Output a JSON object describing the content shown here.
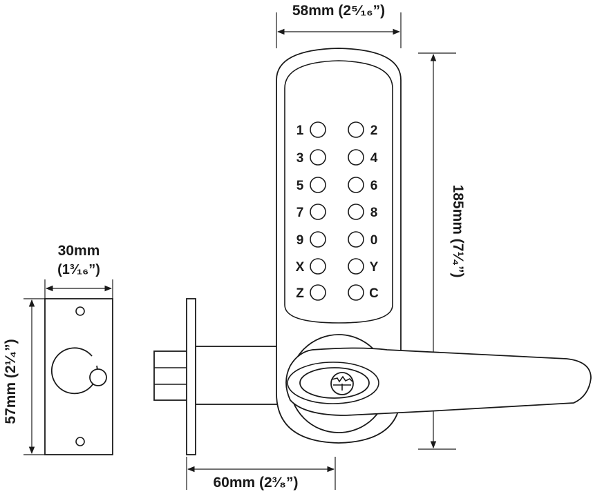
{
  "dimensions": {
    "width_top": "58mm (2⁵⁄₁₆”)",
    "height_right": "185mm (7¹⁄₄”)",
    "plate_width": "30mm",
    "plate_width_in": "(1³⁄₁₆”)",
    "plate_height": "57mm (2¹⁄₄”)",
    "backset": "60mm (2³⁄₈”)"
  },
  "keypad": {
    "left_keys": [
      "1",
      "3",
      "5",
      "7",
      "9",
      "X",
      "Z"
    ],
    "right_keys": [
      "2",
      "4",
      "6",
      "8",
      "0",
      "Y",
      "C"
    ]
  }
}
